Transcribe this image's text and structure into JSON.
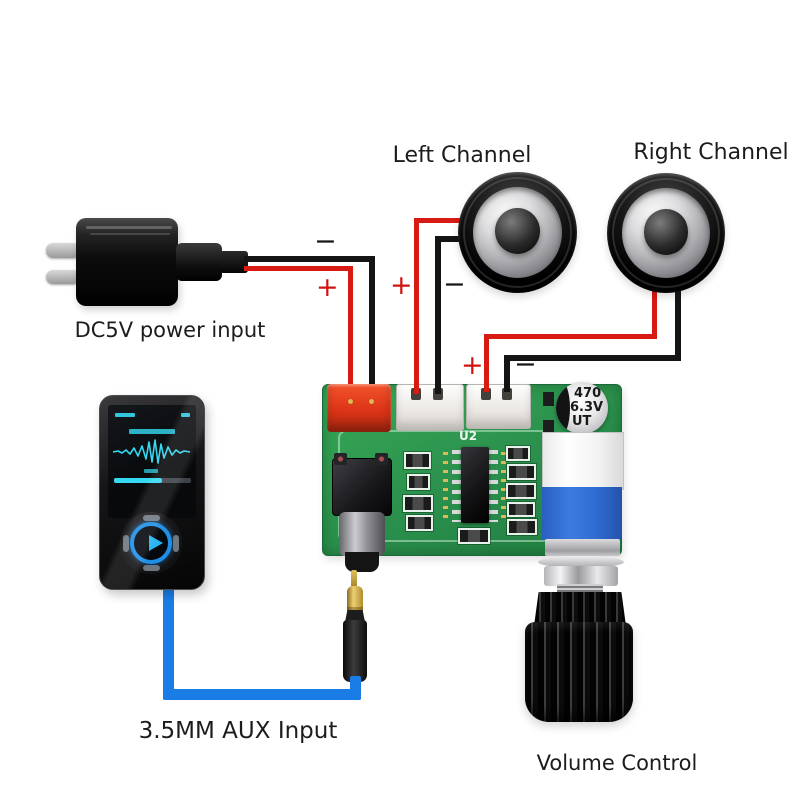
{
  "labels": {
    "left_channel": "Left Channel",
    "right_channel": "Right Channel",
    "power": "DC5V power input",
    "aux": "3.5MM AUX Input",
    "volume": "Volume Control"
  },
  "marks": {
    "power_minus": "−",
    "power_plus": "+",
    "left_speaker_plus": "+",
    "left_speaker_minus": "−",
    "right_speaker_plus": "+",
    "right_speaker_minus": "−"
  },
  "board": {
    "ic_label": "U2",
    "capacitor": {
      "line1": "470",
      "line2": "6.3V",
      "line3": "UT"
    }
  },
  "colors": {
    "wire_red": "#d71a12",
    "wire_black": "#141414",
    "wire_blue": "#1a7de6",
    "pcb_green": "#2a8f4c",
    "connector_red": "#dd3417",
    "pot_blue": "#2f6ad0",
    "screen_cyan": "#35d9f2"
  }
}
